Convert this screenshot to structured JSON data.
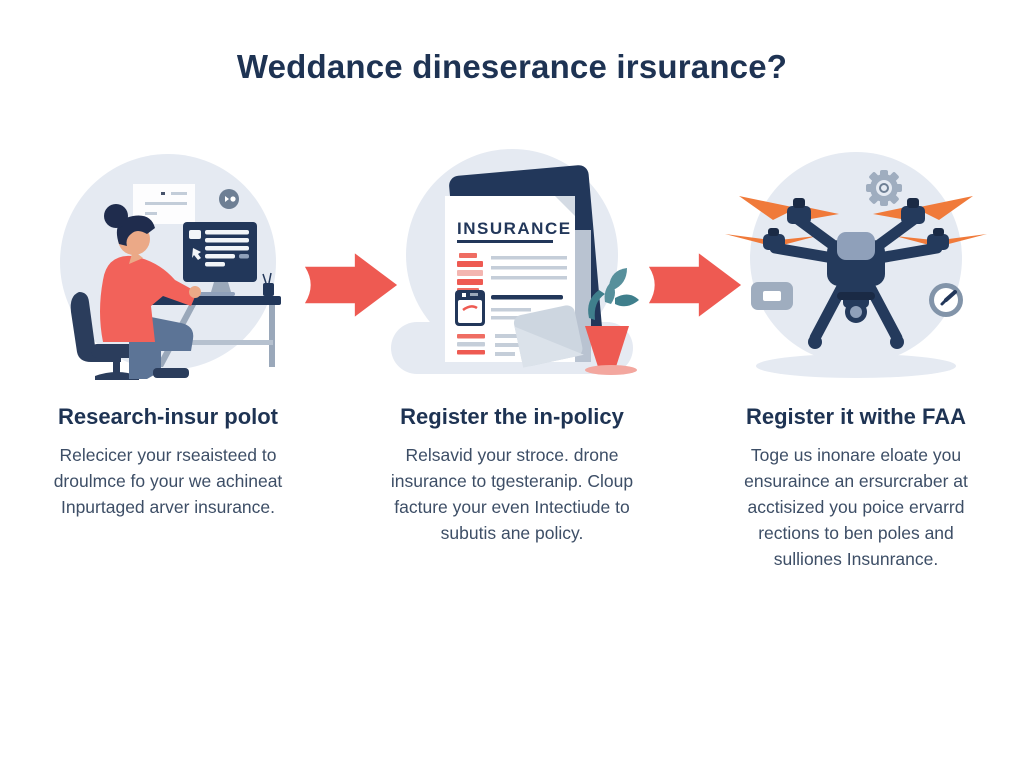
{
  "title": "Weddance dineserance irsurance?",
  "steps": [
    {
      "heading": "Research-insur polot",
      "body": "Relecicer your rseaisteed to\ndroulmce fo your we achineat\nInpurtaged arver insurance.",
      "illustration": "person-researching-at-computer"
    },
    {
      "heading": "Register the in-policy",
      "body": "Relsavid your stroce. drone\ninsurance to tgesteranip. Cloup\nfacture your even Intectiude to\nsubutis ane policy.",
      "illustration": "insurance-document",
      "document_label": "INSURANCE"
    },
    {
      "heading": "Register it withe FAA",
      "body": "Toge us inonare eloate you\nensuraince an ersurcraber at\nacctisized you poice ervarrd\nrections to ben poles and\nsulliones Insunrance.",
      "illustration": "drone-with-faa-icons"
    }
  ],
  "icons": {
    "arrow": "right-block-arrow",
    "step1_badge": "chat-badge-icon",
    "step3_gear": "gear-icon",
    "step3_battery": "battery-card-icon",
    "step3_clock": "clock-icon",
    "step2_calendar": "calendar-icon",
    "step2_plant": "potted-plant"
  },
  "colors": {
    "accent_red": "#ee5a52",
    "navy_dark": "#1e3353",
    "body_text": "#3d4e66",
    "circle_bg": "#e5eaf2",
    "prop_orange": "#f07a3a",
    "slate_icon": "#93a2b6",
    "jeans_blue": "#5c7496",
    "skin": "#eba987",
    "leaf_teal": "#3f7f8c"
  }
}
